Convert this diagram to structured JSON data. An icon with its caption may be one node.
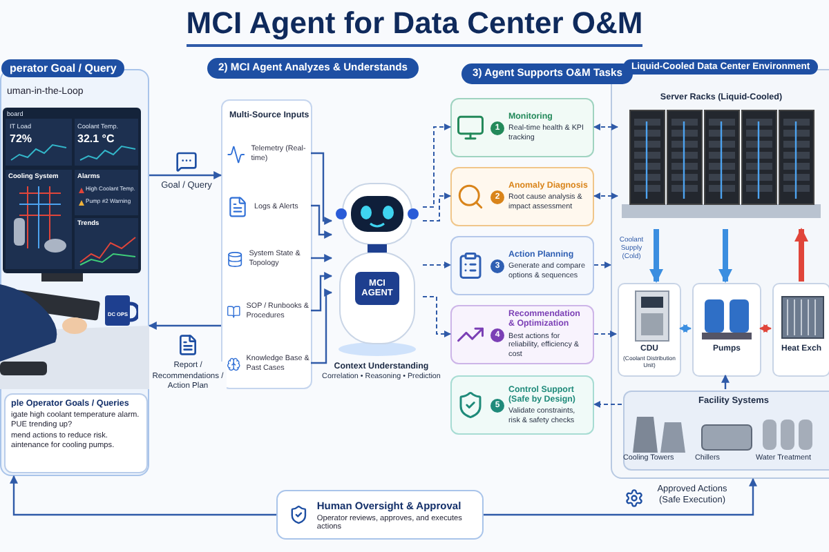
{
  "diagram": {
    "title": "MCI Agent for Data Center O&M",
    "nodes": [
      {
        "text": [
          "perator Goal / Query",
          "uman-in-the-Loop"
        ]
      },
      {
        "text": [
          "ple Operator Goals / Queries",
          "igate high coolant temperature alarm.",
          "PUE trending up?",
          "mend actions to reduce risk.",
          "aintenance for cooling pumps."
        ],
        "in": 0
      },
      {
        "text": [
          "Multi-Source Inputs"
        ]
      },
      {
        "text": [
          "Telemetry (Real-time)"
        ],
        "in": 2
      },
      {
        "text": [
          "Logs & Alerts"
        ],
        "in": 2
      },
      {
        "text": [
          "System State & Topology"
        ],
        "in": 2
      },
      {
        "text": [
          "SOP / Runbooks & Procedures"
        ],
        "in": 2
      },
      {
        "text": [
          "Knowledge Base & Past Cases"
        ],
        "in": 2
      },
      {
        "text": [
          "MCI AGENT"
        ],
        "beside": [
          "Context Understanding",
          "Correlation • Reasoning • Prediction"
        ]
      },
      {
        "text": [
          "1",
          "Monitoring",
          "Real-time health & KPI tracking"
        ]
      },
      {
        "text": [
          "2",
          "Anomaly Diagnosis",
          "Root cause analysis & impact assessment"
        ]
      },
      {
        "text": [
          "3",
          "Action Planning",
          "Generate and compare options & sequences"
        ]
      },
      {
        "text": [
          "4",
          "Recommendation & Optimization",
          "Best actions for reliability, efficiency & cost"
        ]
      },
      {
        "text": [
          "5",
          "Control Support (Safe by Design)",
          "Validate constraints, risk & safety checks"
        ]
      },
      {
        "text": [
          "Liquid-Cooled Data Center Environment"
        ]
      },
      {
        "text": [
          "Server Racks (Liquid-Cooled)"
        ],
        "in": 14
      },
      {
        "text": [
          "CDU",
          "(Coolant Distribution Unit)"
        ],
        "in": 14
      },
      {
        "text": [
          "Pumps"
        ],
        "in": 14
      },
      {
        "text": [
          "Heat Exch"
        ],
        "in": 14
      },
      {
        "text": [
          "Facility Systems"
        ],
        "in": 14
      },
      {
        "text": [
          "Human Oversight & Approval",
          "Operator reviews, approves, and executes actions"
        ]
      }
    ],
    "edges": [
      {
        "from": 0,
        "to": 2,
        "arrow": "to",
        "label": "Goal / Query"
      },
      {
        "from": 2,
        "to": 0,
        "arrow": "to",
        "label": "Report / Recommendations / Action Plan"
      },
      {
        "from": 3,
        "to": 8,
        "arrow": "to"
      },
      {
        "from": 4,
        "to": 8,
        "arrow": "to"
      },
      {
        "from": 5,
        "to": 8,
        "arrow": "to"
      },
      {
        "from": 6,
        "to": 8,
        "arrow": "to"
      },
      {
        "from": 7,
        "to": 8,
        "arrow": "to"
      },
      {
        "from": 8,
        "to": 9,
        "arrow": "to",
        "style": "dashed"
      },
      {
        "from": 8,
        "to": 10,
        "arrow": "to",
        "style": "dashed"
      },
      {
        "from": 8,
        "to": 11,
        "arrow": "to",
        "style": "dashed"
      },
      {
        "from": 8,
        "to": 12,
        "arrow": "to",
        "style": "dashed"
      },
      {
        "from": 9,
        "to": 15,
        "arrow": "both",
        "style": "dashed"
      },
      {
        "from": 10,
        "to": 15,
        "arrow": "both",
        "style": "dashed"
      },
      {
        "from": 11,
        "to": 14,
        "arrow": "to",
        "style": "dashed"
      },
      {
        "from": 12,
        "to": 16,
        "arrow": "to",
        "style": "dashed"
      },
      {
        "from": 19,
        "to": 13,
        "arrow": "to",
        "style": "dashed"
      },
      {
        "from": 16,
        "to": 17,
        "arrow": "both",
        "color": "#3b8ee0"
      },
      {
        "from": 17,
        "to": 18,
        "arrow": "both",
        "color": "#e0453a"
      },
      {
        "from": 19,
        "to": 17,
        "arrow": "to"
      },
      {
        "from": 20,
        "to": 0,
        "arrow": "to"
      },
      {
        "from": 20,
        "to": 14,
        "arrow": "to",
        "label": "Approved Actions (Safe Execution)"
      },
      {
        "from": 15,
        "to": 16,
        "arrow": "to",
        "style": "thick",
        "color": "#3b8ee0"
      },
      {
        "from": 15,
        "to": 17,
        "arrow": "to",
        "style": "thick",
        "color": "#3b8ee0"
      },
      {
        "from": 18,
        "to": 15,
        "arrow": "to",
        "style": "thick",
        "color": "#e0453a"
      }
    ],
    "labels": [
      "2) MCI Agent Analyzes & Understands",
      "3) Agent Supports O&M Tasks",
      "board",
      "IT Load",
      "72%",
      "Coolant Temp.",
      "32.1 °C",
      "Cooling System",
      "Alarms",
      "High Coolant Temp.",
      "Pump #2 Warning",
      "Trends",
      "DC OPS",
      "Coolant Supply (Cold)",
      "Cooling Towers",
      "Chillers",
      "Water Treatment"
    ]
  }
}
